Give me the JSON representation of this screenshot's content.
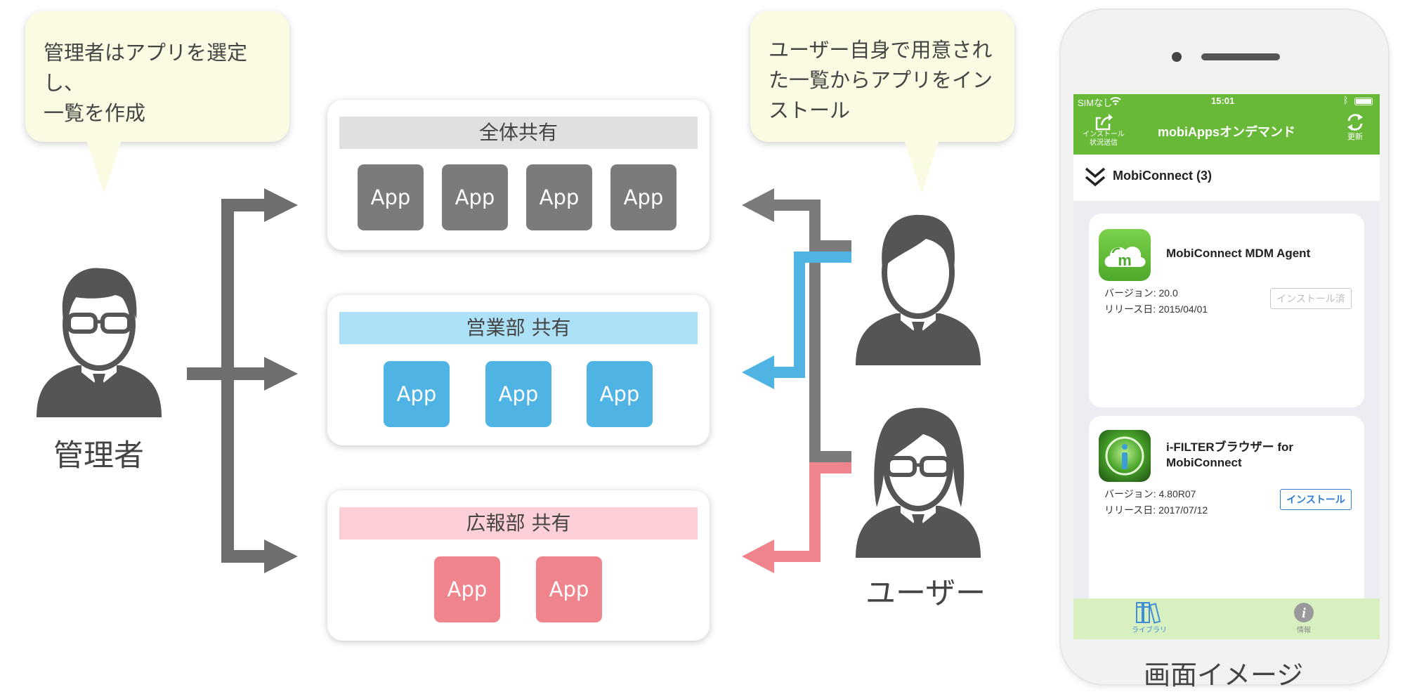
{
  "admin": {
    "bubble_lines": [
      "管理者はアプリを選定し、",
      "一覧を作成"
    ],
    "label": "管理者"
  },
  "user": {
    "bubble_lines": [
      "ユーザー自身で用意され",
      "た一覧からアプリをイン",
      "ストール"
    ],
    "label": "ユーザー"
  },
  "panels": [
    {
      "title": "全体共有",
      "header_color": "#e0e0e0",
      "app_color": "#7b7b7b",
      "apps": [
        "App",
        "App",
        "App",
        "App"
      ]
    },
    {
      "title": "営業部 共有",
      "header_color": "#ade1f8",
      "app_color": "#4fb4e3",
      "apps": [
        "App",
        "App",
        "App"
      ]
    },
    {
      "title": "広報部 共有",
      "header_color": "#fdd0d7",
      "app_color": "#f0848d",
      "apps": [
        "App",
        "App"
      ]
    }
  ],
  "colors": {
    "arrow_gray": "#7b7b7b",
    "arrow_blue": "#4fb4e3",
    "arrow_pink": "#f0848d",
    "person": "#555555"
  },
  "phone": {
    "status": {
      "carrier": "SIMなし",
      "time": "15:01"
    },
    "nav": {
      "title": "mobiAppsオンデマンド",
      "left_icon": "share-icon",
      "left_label_1": "インストール",
      "left_label_2": "状況送信",
      "right_icon": "refresh-icon",
      "right_label": "更新"
    },
    "section": {
      "title": "MobiConnect (3)"
    },
    "apps": [
      {
        "icon": "mobiconnect-app-icon",
        "name": "MobiConnect MDM Agent",
        "version": "バージョン: 20.0",
        "release": "リリース日: 2015/04/01",
        "button": "インストール済"
      },
      {
        "icon": "ifilter-app-icon",
        "name_1": "i-FILTERブラウザー for",
        "name_2": "MobiConnect",
        "version": "バージョン: 4.80R07",
        "release": "リリース日: 2017/07/12",
        "button": "インストール"
      }
    ],
    "tabs": [
      {
        "icon": "library-icon",
        "label": "ライブラリ"
      },
      {
        "icon": "info-icon",
        "label": "情報"
      }
    ]
  },
  "caption": "画面イメージ"
}
